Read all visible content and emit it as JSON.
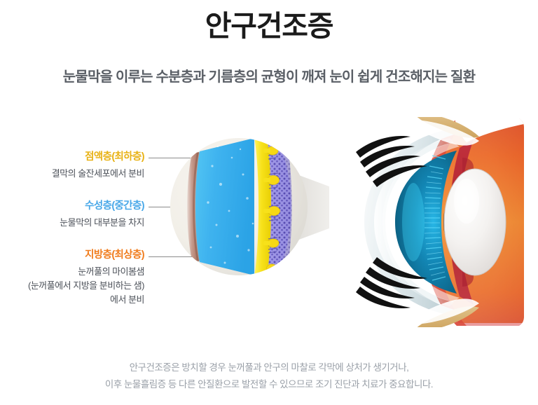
{
  "header": {
    "title": "안구건조증",
    "subtitle": "눈물막을 이루는 수분층과 기름층의 균형이 깨져 눈이 쉽게 건조해지는 질환"
  },
  "caption": {
    "line1": "안구건조증은 방치할 경우 눈꺼풀과 안구의 마찰로 각막에 상처가 생기거나,",
    "line2": "이후 눈물흘림증 등 다른 안질환으로 발전할 수 있으므로 조기 진단과 치료가 중요합니다."
  },
  "layers": [
    {
      "id": "mucin",
      "heading": "점액층(최하층)",
      "color": "#e8b216",
      "body": [
        "결막의 술잔세포에서 분비"
      ]
    },
    {
      "id": "aqueous",
      "heading": "수성층(중간층)",
      "color": "#49a8e8",
      "body": [
        "눈물막의 대부분을 차지"
      ]
    },
    {
      "id": "lipid",
      "heading": "지방층(최상층)",
      "color": "#f07c1d",
      "body": [
        "눈꺼풀의 마이봄샘",
        "(눈꺼풀에서 지방을 분비하는 샘)",
        "에서 분비"
      ]
    }
  ],
  "diagram": {
    "tear_film_label": "tear-film-cross-section",
    "magnifier_label": "magnification-cone",
    "eye_label": "eye-cross-section-illustration",
    "colors": {
      "aqueous_layer": "#3fb3ef",
      "lipid_layer": "#f7e11a",
      "mucin_layer": "#8e86d8",
      "cornea_edge": "#b9897e",
      "sclera": "#e8eef0",
      "iris": "#0d6f96",
      "pupil": "#3a2a22",
      "lens": "#f2f0ee",
      "retina": "#e8722c",
      "vitreous": "#ef8f3a",
      "eyelid": "#d8b272",
      "ciliary": "#c2303d",
      "lashes": "#111111"
    }
  }
}
